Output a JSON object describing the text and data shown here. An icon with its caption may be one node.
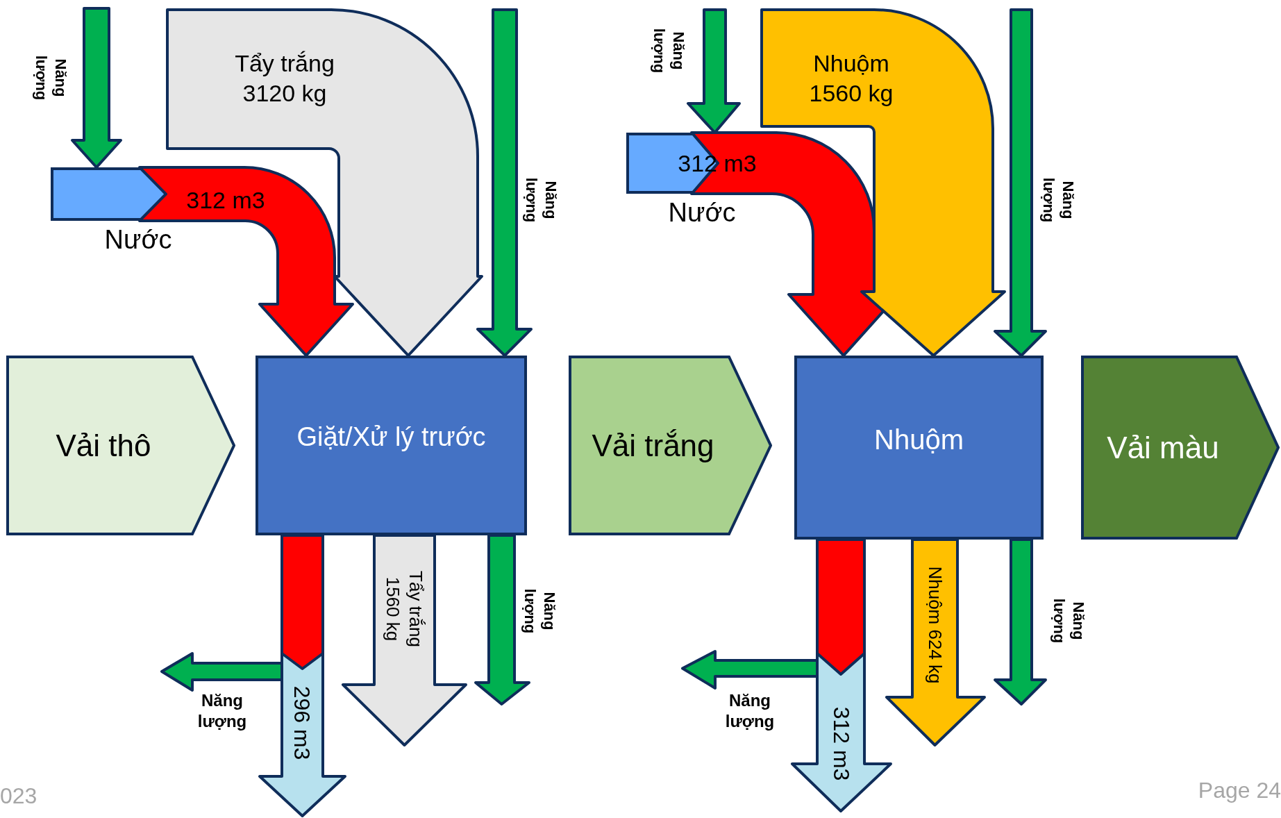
{
  "diagram": {
    "nodes": [
      {
        "text": [
          "Nước"
        ]
      },
      {
        "text": [
          "Nước"
        ]
      },
      {
        "text": [
          "Vải thô"
        ]
      },
      {
        "text": [
          "Giặt/Xử lý trước"
        ]
      },
      {
        "text": [
          "Vải trắng"
        ]
      },
      {
        "text": [
          "Nhuộm"
        ]
      },
      {
        "text": [
          "Vải màu"
        ]
      }
    ],
    "edges": [
      {
        "from": null,
        "to": 0,
        "arrow": "to",
        "label": "Năng lượng",
        "color": "#00b050"
      },
      {
        "from": 0,
        "to": 3,
        "arrow": "to",
        "label": "312 m3",
        "color": "#ff0000"
      },
      {
        "from": null,
        "to": 3,
        "arrow": "to",
        "label": "Tẩy trắng 3120 kg",
        "color": "#e6e6e6"
      },
      {
        "from": null,
        "to": 3,
        "arrow": "to",
        "label": "Năng lượng",
        "color": "#00b050"
      },
      {
        "from": 3,
        "to": null,
        "arrow": "to",
        "label": "296 m3",
        "color": "#b7e1ee"
      },
      {
        "from": 3,
        "to": null,
        "arrow": "to",
        "label": "Tẩy trắng 1560 kg",
        "color": "#e6e6e6"
      },
      {
        "from": 3,
        "to": null,
        "arrow": "to",
        "label": "Năng lượng",
        "color": "#00b050"
      },
      {
        "from": null,
        "to": 1,
        "arrow": "to",
        "label": "Năng lượng",
        "color": "#00b050"
      },
      {
        "from": 1,
        "to": 5,
        "arrow": "to",
        "label": "312 m3",
        "color": "#ff0000"
      },
      {
        "from": null,
        "to": 5,
        "arrow": "to",
        "label": "Nhuộm 1560 kg",
        "color": "#ffc000"
      },
      {
        "from": null,
        "to": 5,
        "arrow": "to",
        "label": "Năng lượng",
        "color": "#00b050"
      },
      {
        "from": 5,
        "to": null,
        "arrow": "to",
        "label": "312 m3",
        "color": "#b7e1ee"
      },
      {
        "from": 5,
        "to": null,
        "arrow": "to",
        "label": "Nhuộm 624 kg",
        "color": "#ffc000"
      },
      {
        "from": 5,
        "to": null,
        "arrow": "to",
        "label": "Năng lượng",
        "color": "#00b050"
      }
    ],
    "labels": [
      "Năng lượng",
      "Năng lượng",
      "023",
      "Page 24"
    ]
  }
}
